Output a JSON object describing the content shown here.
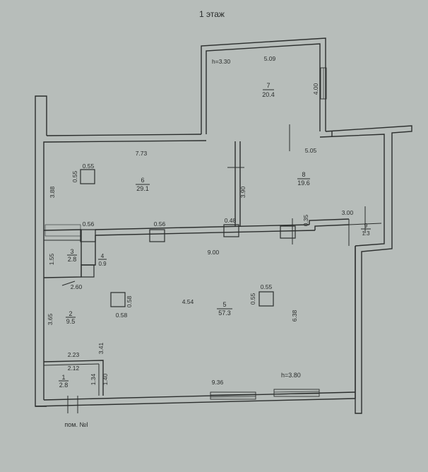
{
  "header": {
    "floor_title": "1 этаж"
  },
  "footer": {
    "room_ref": "пом. №I"
  },
  "rooms": [
    {
      "number": "1",
      "area": "2.8"
    },
    {
      "number": "2",
      "area": "9.5"
    },
    {
      "number": "3",
      "area": "2.8"
    },
    {
      "number": "4",
      "area": "0.9"
    },
    {
      "number": "5",
      "area": "57.3"
    },
    {
      "number": "6",
      "area": "29.1"
    },
    {
      "number": "7",
      "area": "20.4"
    },
    {
      "number": "8",
      "area": "19.6"
    },
    {
      "number": "9",
      "area": "1.3"
    }
  ],
  "heights": {
    "room7": "h=3.30",
    "room5": "h=3.80"
  },
  "dimensions": {
    "d_5_09": "5.09",
    "d_4_00": "4.00",
    "d_7_73": "7.73",
    "d_5_05": "5.05",
    "d_0_55_a": "0.55",
    "d_0_55_b": "0.55",
    "d_0_55_c": "0.55",
    "d_0_55_d": "0.55",
    "d_3_88": "3.88",
    "d_3_90": "3.90",
    "d_0_35": "0.35",
    "d_3_00": "3.00",
    "d_0_56_a": "0.56",
    "d_0_56_b": "0.56",
    "d_0_48": "0.48",
    "d_9_00": "9.00",
    "d_1_55": "1.55",
    "d_2_60": "2.60",
    "d_0_58_a": "0.58",
    "d_0_58_b": "0.58",
    "d_4_54": "4.54",
    "d_6_38": "6.38",
    "d_3_65": "3.65",
    "d_3_41": "3.41",
    "d_2_23": "2.23",
    "d_2_12": "2.12",
    "d_1_34": "1.34",
    "d_1_40": "1.40",
    "d_9_36": "9.36"
  }
}
